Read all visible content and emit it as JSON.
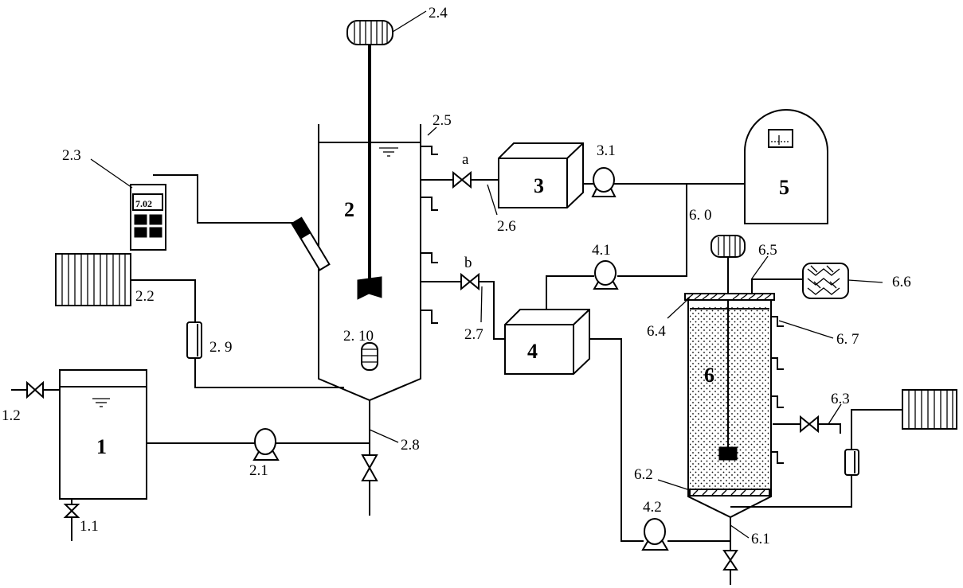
{
  "labels": {
    "l_1_1": "1.1",
    "l_1_2": "1.2",
    "l_2_1": "2.1",
    "l_2_2": "2.2",
    "l_2_3": "2.3",
    "l_2_4": "2.4",
    "l_2_5": "2.5",
    "l_2_6": "2.6",
    "l_2_7": "2.7",
    "l_2_8": "2.8",
    "l_2_9": "2. 9",
    "l_2_10": "2. 10",
    "l_3_1": "3.1",
    "l_4_1": "4.1",
    "l_4_2": "4.2",
    "l_6_0": "6. 0",
    "l_6_1": "6.1",
    "l_6_2": "6.2",
    "l_6_3": "6.3",
    "l_6_4": "6.4",
    "l_6_5": "6.5",
    "l_6_6": "6.6",
    "l_6_7": "6. 7",
    "valve_a": "a",
    "valve_b": "b"
  },
  "units": {
    "u1": "1",
    "u2": "2",
    "u3": "3",
    "u4": "4",
    "u5": "5",
    "u6": "6"
  },
  "meter_display": "7.02"
}
